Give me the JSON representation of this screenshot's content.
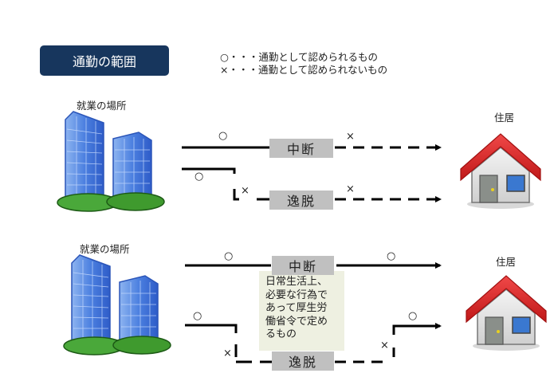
{
  "title": "通勤の範囲",
  "legend": {
    "allowed": "○・・・通勤として認められるもの",
    "not_allowed": "×・・・通勤として認められないもの"
  },
  "diagrams": [
    {
      "workplace_label": "就業の場所",
      "residence_label": "住居",
      "interruption_label": "中断",
      "deviation_label": "逸脱",
      "marks": {
        "before_interruption": "○",
        "after_interruption": "×",
        "before_deviation": "○",
        "deviation_start": "×",
        "after_deviation": "×"
      }
    },
    {
      "workplace_label": "就業の場所",
      "residence_label": "住居",
      "interruption_label": "中断",
      "deviation_label": "逸脱",
      "exception_note": "日常生活上、必要な行為であって厚生労働省令で定めるもの",
      "exception_note_lines": [
        "日常生活上、",
        "必要な行為で",
        "あって厚生労",
        "働省令で定め",
        "るもの"
      ],
      "marks": {
        "before_interruption": "○",
        "after_interruption": "○",
        "before_deviation": "○",
        "deviation_start": "×",
        "deviation_end": "×",
        "after_deviation": "○"
      }
    }
  ],
  "colors": {
    "title_bg": "#17365d",
    "tag_bg": "#c0c0c0",
    "note_bg": "#eef0e1",
    "roof": "#e02020",
    "building": "#3a6fd8",
    "grass": "#3f9a2e"
  }
}
